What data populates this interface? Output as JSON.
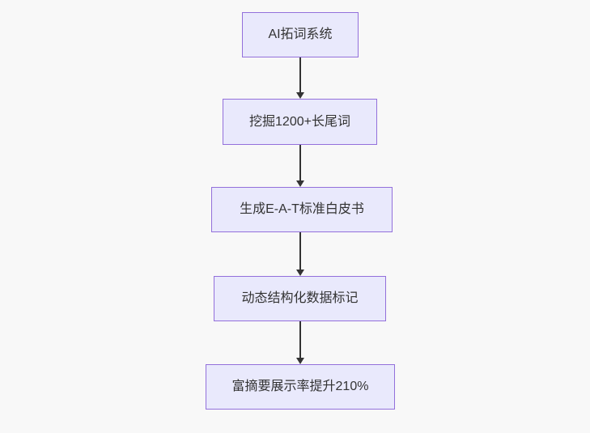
{
  "diagram": {
    "type": "flowchart",
    "direction": "top-down",
    "nodes": [
      {
        "id": "n1",
        "label": "AI拓词系统"
      },
      {
        "id": "n2",
        "label": "挖掘1200+长尾词"
      },
      {
        "id": "n3",
        "label": "生成E-A-T标准白皮书"
      },
      {
        "id": "n4",
        "label": "动态结构化数据标记"
      },
      {
        "id": "n5",
        "label": "富摘要展示率提升210%"
      }
    ],
    "edges": [
      {
        "from": "n1",
        "to": "n2"
      },
      {
        "from": "n2",
        "to": "n3"
      },
      {
        "from": "n3",
        "to": "n4"
      },
      {
        "from": "n4",
        "to": "n5"
      }
    ],
    "colors": {
      "node_fill": "#e9e9fc",
      "node_border": "#9370db",
      "edge": "#333333",
      "text": "#333333",
      "background": "#f8f8f8"
    }
  }
}
